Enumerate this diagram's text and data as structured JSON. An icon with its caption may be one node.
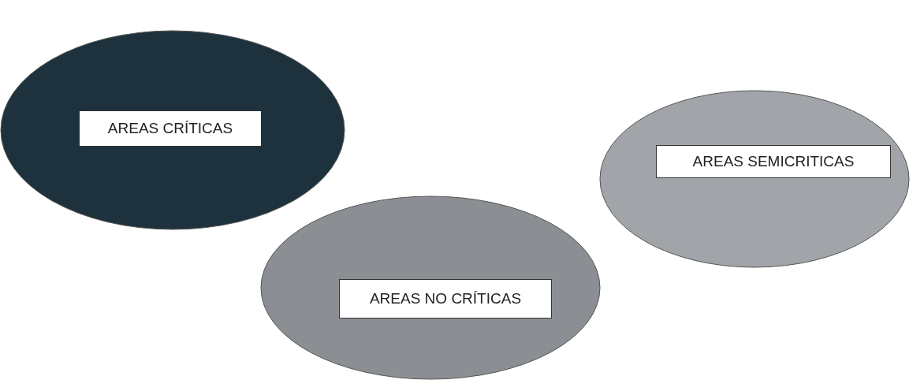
{
  "diagram": {
    "nodes": [
      {
        "text": [
          "AREAS CRÍTICAS"
        ]
      },
      {
        "text": [
          "AREAS SEMICRITICAS"
        ]
      },
      {
        "text": [
          "AREAS NO CRÍTICAS"
        ]
      }
    ]
  }
}
